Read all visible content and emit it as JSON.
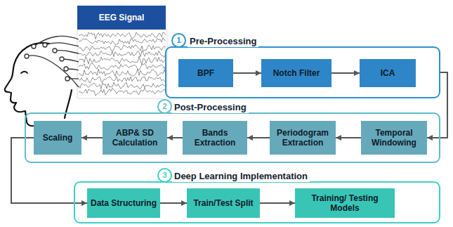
{
  "diagram": {
    "nodes": [
      {
        "text": [
          "EEG Signal"
        ]
      },
      {
        "text": [
          "Pre-Processing"
        ]
      },
      {
        "text": [
          "BPF"
        ],
        "in": 1
      },
      {
        "text": [
          "Notch Filter"
        ],
        "in": 1
      },
      {
        "text": [
          "ICA"
        ],
        "in": 1
      },
      {
        "text": [
          "Post-Processing"
        ]
      },
      {
        "text": [
          "Temporal Windowing"
        ],
        "in": 5
      },
      {
        "text": [
          "Periodogram Extraction"
        ],
        "in": 5
      },
      {
        "text": [
          "Bands Extraction"
        ],
        "in": 5
      },
      {
        "text": [
          "ABP& SD Calculation"
        ],
        "in": 5
      },
      {
        "text": [
          "Scaling"
        ],
        "in": 5
      },
      {
        "text": [
          "Deep Learning Implementation"
        ]
      },
      {
        "text": [
          "Data Structuring"
        ],
        "in": 11
      },
      {
        "text": [
          "Train/Test Split"
        ],
        "in": 11
      },
      {
        "text": [
          "Training/ Testing Models"
        ],
        "in": 11
      }
    ],
    "edges": [
      {
        "from": 0,
        "to": 1,
        "arrow": "to"
      },
      {
        "from": 2,
        "to": 3,
        "arrow": "to"
      },
      {
        "from": 3,
        "to": 4,
        "arrow": "to"
      },
      {
        "from": 1,
        "to": 6,
        "arrow": "to"
      },
      {
        "from": 6,
        "to": 7,
        "arrow": "to"
      },
      {
        "from": 7,
        "to": 8,
        "arrow": "to"
      },
      {
        "from": 8,
        "to": 9,
        "arrow": "to"
      },
      {
        "from": 9,
        "to": 10,
        "arrow": "to"
      },
      {
        "from": 10,
        "to": 12,
        "arrow": "to"
      },
      {
        "from": 12,
        "to": 13,
        "arrow": "to"
      },
      {
        "from": 13,
        "to": 14,
        "arrow": "to"
      }
    ],
    "labels": [
      "1",
      "2",
      "3"
    ]
  }
}
